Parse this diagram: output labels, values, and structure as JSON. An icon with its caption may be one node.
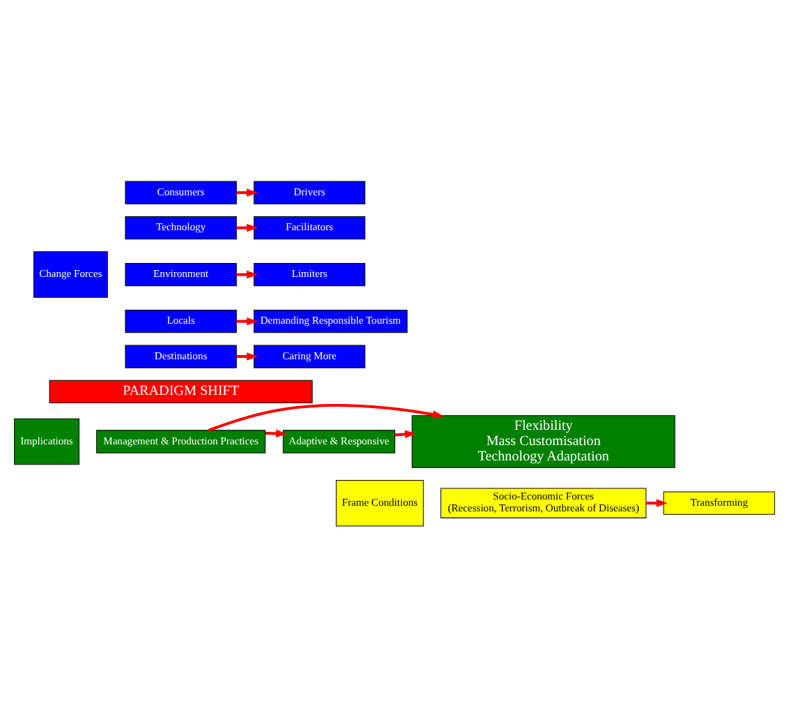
{
  "diagram": {
    "nodes": [
      {
        "text": [
          "Change Forces"
        ]
      },
      {
        "text": [
          "Consumers"
        ]
      },
      {
        "text": [
          "Drivers"
        ]
      },
      {
        "text": [
          "Technology"
        ]
      },
      {
        "text": [
          "Facilitators"
        ]
      },
      {
        "text": [
          "Environment"
        ]
      },
      {
        "text": [
          "Limiters"
        ]
      },
      {
        "text": [
          "Locals"
        ]
      },
      {
        "text": [
          "Demanding Responsible Tourism"
        ]
      },
      {
        "text": [
          "Destinations"
        ]
      },
      {
        "text": [
          "Caring More"
        ]
      },
      {
        "text": [
          "PARADIGM SHIFT"
        ]
      },
      {
        "text": [
          "Implications"
        ]
      },
      {
        "text": [
          "Management & Production Practices"
        ]
      },
      {
        "text": [
          "Adaptive & Responsive"
        ]
      },
      {
        "text": [
          "Flexibility",
          "Mass Customisation",
          "Technology Adaptation"
        ]
      },
      {
        "text": [
          "Frame Conditions"
        ]
      },
      {
        "text": [
          "Socio-Economic Forces",
          "(Recession, Terrorism, Outbreak of Diseases)"
        ]
      },
      {
        "text": [
          "Transforming"
        ]
      }
    ],
    "edges": [
      {
        "from": 1,
        "to": 2,
        "arrow": "to"
      },
      {
        "from": 3,
        "to": 4,
        "arrow": "to"
      },
      {
        "from": 5,
        "to": 6,
        "arrow": "to"
      },
      {
        "from": 7,
        "to": 8,
        "arrow": "to"
      },
      {
        "from": 9,
        "to": 10,
        "arrow": "to"
      },
      {
        "from": 13,
        "to": 14,
        "arrow": "to"
      },
      {
        "from": 13,
        "to": 15,
        "arrow": "to"
      },
      {
        "from": 14,
        "to": 15,
        "arrow": "to"
      },
      {
        "from": 17,
        "to": 18,
        "arrow": "to"
      }
    ]
  }
}
